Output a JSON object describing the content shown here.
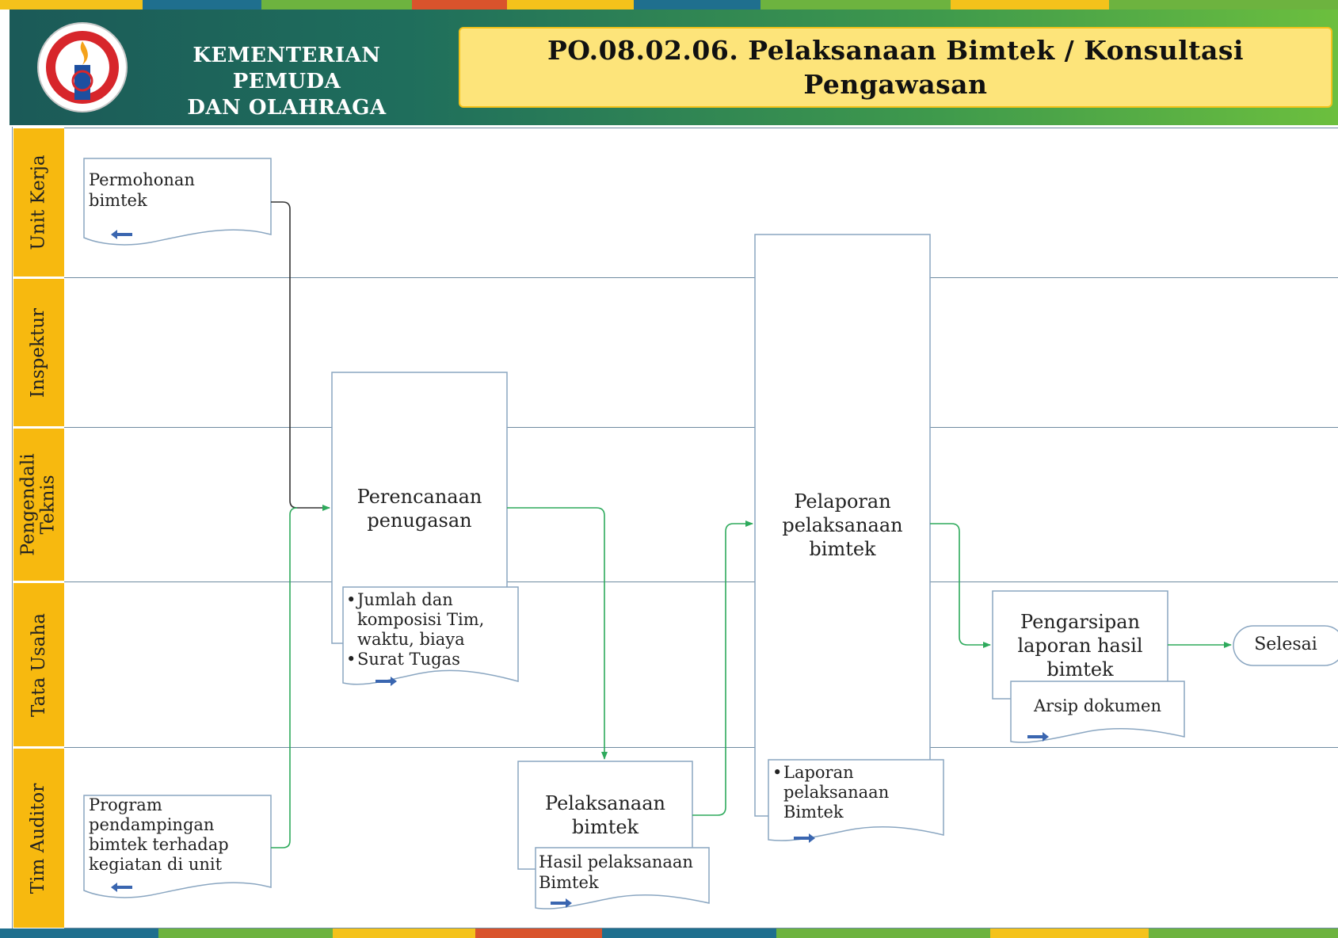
{
  "header": {
    "org_line1": "KEMENTERIAN PEMUDA",
    "org_line2": "DAN OLAHRAGA",
    "title_line1": "PO.08.02.06.  Pelaksanaan Bimtek / Konsultasi",
    "title_line2": "Pengawasan"
  },
  "lanes": [
    {
      "label": "Unit Kerja"
    },
    {
      "label": "Inspektur"
    },
    {
      "label_line1": "Pengendali",
      "label_line2": "Teknis"
    },
    {
      "label": "Tata Usaha"
    },
    {
      "label": "Tim Auditor"
    }
  ],
  "documents": {
    "permohonan": {
      "line1": "Permohonan",
      "line2": "bimtek"
    },
    "program": {
      "line1": "Program",
      "line2": "pendampingan",
      "line3": "bimtek terhadap",
      "line4": "kegiatan di unit"
    },
    "jumlah": {
      "item1_line1": "Jumlah dan",
      "item1_line2": "komposisi Tim,",
      "item1_line3": "waktu, biaya",
      "item2": "Surat Tugas"
    },
    "hasil": {
      "line1": "Hasil pelaksanaan",
      "line2": "Bimtek"
    },
    "laporan": {
      "line1": "Laporan",
      "line2": "pelaksanaan",
      "line3": "Bimtek"
    },
    "arsip": {
      "line1": "Arsip dokumen"
    }
  },
  "processes": {
    "perencanaan": {
      "line1": "Perencanaan",
      "line2": "penugasan"
    },
    "pelaksanaan": {
      "line1": "Pelaksanaan",
      "line2": "bimtek"
    },
    "pelaporan": {
      "line1": "Pelaporan",
      "line2": "pelaksanaan",
      "line3": "bimtek"
    },
    "pengarsipan": {
      "line1": "Pengarsipan",
      "line2": "laporan hasil",
      "line3": "bimtek"
    }
  },
  "terminator": {
    "label": "Selesai"
  },
  "colors": {
    "lane_label": "#f7b90f",
    "title_box": "#fde47a",
    "connector_green": "#2eaa5c",
    "connector_dark": "#333333",
    "shape_border": "#8aa6c1",
    "doc_arrow": "#3a66b0"
  }
}
